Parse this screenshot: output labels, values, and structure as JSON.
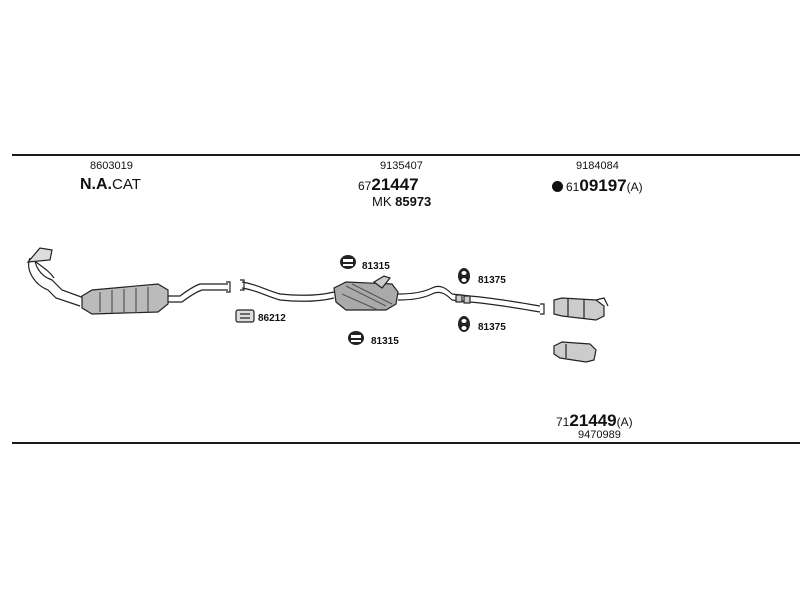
{
  "labels": {
    "part_8603019": "8603019",
    "cat": {
      "bold": "N.A.",
      "rest": "CAT"
    },
    "part_9135407": "9135407",
    "mid_main": {
      "prefix": "67",
      "number": "21447"
    },
    "mk": {
      "prefix": "MK",
      "number": "85973"
    },
    "part_9184084": "9184084",
    "tail_main": {
      "prefix": "61",
      "number": "09197",
      "suffix": "(A)"
    },
    "bottom_main": {
      "prefix": "71",
      "number": "21449",
      "suffix": "(A)"
    },
    "part_9470989": "9470989",
    "mount_81315_top": "81315",
    "mount_81315_bottom": "81315",
    "mount_81375_top": "81375",
    "mount_81375_bottom": "81375",
    "gasket_86212": "86212"
  }
}
